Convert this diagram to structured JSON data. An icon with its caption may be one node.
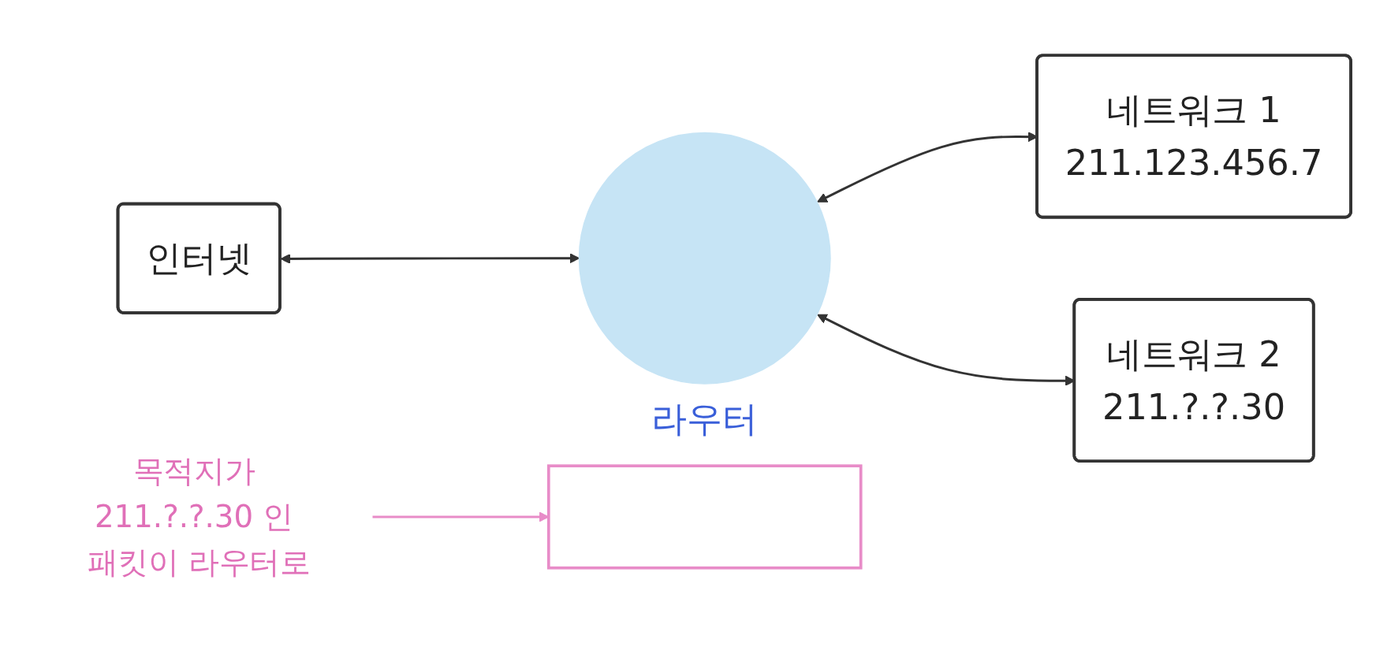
{
  "diagram": {
    "nodes": [
      {
        "text": [
          "인터넷"
        ]
      },
      {
        "text": [],
        "shape": "circle",
        "beside": [
          "라우터"
        ]
      },
      {
        "text": [
          "네트워크 1",
          "211.123.456.7"
        ]
      },
      {
        "text": [
          "네트워크 2",
          "211.?.?.30"
        ]
      },
      {
        "text": [],
        "shape": "box"
      },
      {
        "text": [
          "목적지가 211.?.?.30 인 패킷이 라우터로"
        ]
      }
    ],
    "edges": [
      {
        "from": 0,
        "to": 1,
        "arrow": "both"
      },
      {
        "from": 1,
        "to": 2,
        "arrow": "both"
      },
      {
        "from": 1,
        "to": 3,
        "arrow": "both"
      },
      {
        "from": 5,
        "to": 4,
        "arrow": "to",
        "color": "#e88cc8"
      }
    ]
  }
}
